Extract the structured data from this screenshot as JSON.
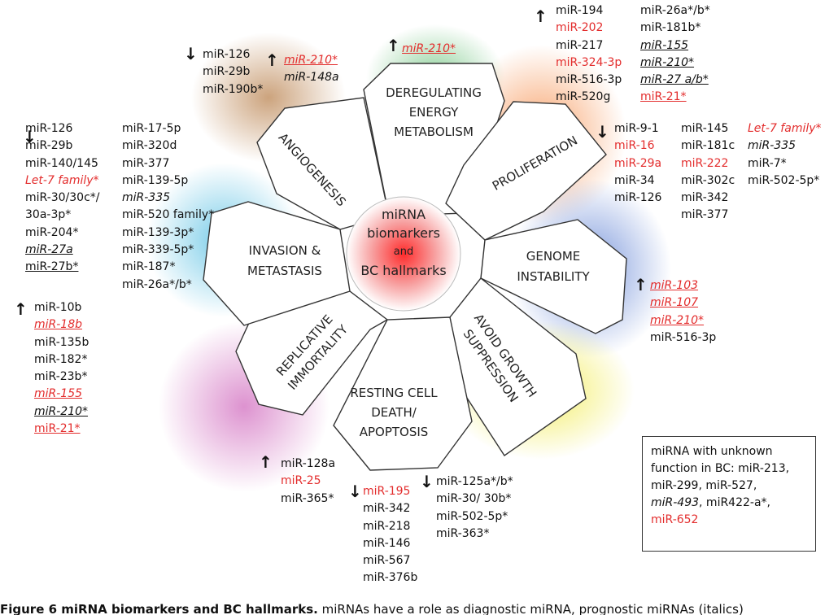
{
  "center": {
    "lines": [
      "miRNA",
      "biomarkers",
      "and",
      "BC hallmarks"
    ]
  },
  "petals": [
    {
      "key": "energy",
      "lines": [
        "DEREGULATING",
        "ENERGY",
        "METABOLISM"
      ]
    },
    {
      "key": "proliferation",
      "lines": [
        "PROLIFERATION"
      ]
    },
    {
      "key": "genome",
      "lines": [
        "GENOME",
        "INSTABILITY"
      ]
    },
    {
      "key": "growth",
      "lines": [
        "AVOID GROWTH",
        "SUPPRESSION"
      ]
    },
    {
      "key": "death",
      "lines": [
        "RESTING CELL",
        "DEATH/",
        "APOPTOSIS"
      ]
    },
    {
      "key": "replicative",
      "lines": [
        "REPLICATIVE",
        "IMMORTALITY"
      ]
    },
    {
      "key": "invasion",
      "lines": [
        "INVASION &",
        "METASTASIS"
      ]
    },
    {
      "key": "angiogenesis",
      "lines": [
        "ANGIOGENESIS"
      ]
    }
  ],
  "lists": [
    {
      "key": "energy_up",
      "items": [
        {
          "t": "miR-210*",
          "red": true,
          "ul": true,
          "it": true
        }
      ]
    },
    {
      "key": "angio_down",
      "items": [
        {
          "t": "miR-126"
        },
        {
          "t": "miR-29b"
        },
        {
          "t": "miR-190b*"
        }
      ]
    },
    {
      "key": "angio_up",
      "items": [
        {
          "t": "miR-210*",
          "red": true,
          "ul": true,
          "it": true
        },
        {
          "t": "miR-148a",
          "it": true
        }
      ]
    },
    {
      "key": "prolif_up",
      "items": [
        {
          "t": "miR-194"
        },
        {
          "t": "miR-202",
          "red": true
        },
        {
          "t": "miR-217"
        },
        {
          "t": "miR-324-3p",
          "red": true
        },
        {
          "t": "miR-516-3p"
        },
        {
          "t": "miR-520g"
        }
      ]
    },
    {
      "key": "prolif_up2",
      "items": [
        {
          "t": "miR-26a*/b*"
        },
        {
          "t": "miR-181b*"
        },
        {
          "t": "miR-155",
          "it": true,
          "ul": true
        },
        {
          "t": "miR-210*",
          "it": true,
          "ul": true
        },
        {
          "t": "miR-27 a/b*",
          "it": true,
          "ul": true
        },
        {
          "t": "miR-21*",
          "red": true,
          "ul": true
        }
      ]
    },
    {
      "key": "prolif_down1",
      "items": [
        {
          "t": "miR-9-1"
        },
        {
          "t": "miR-16",
          "red": true
        },
        {
          "t": "miR-29a",
          "red": true
        },
        {
          "t": "miR-34"
        },
        {
          "t": "miR-126"
        }
      ]
    },
    {
      "key": "prolif_down2",
      "items": [
        {
          "t": "miR-145"
        },
        {
          "t": "miR-181c"
        },
        {
          "t": "miR-222",
          "red": true
        },
        {
          "t": "miR-302c"
        },
        {
          "t": "miR-342"
        },
        {
          "t": "miR-377"
        }
      ]
    },
    {
      "key": "prolif_down3",
      "items": [
        {
          "t": "Let-7 family*",
          "red": true,
          "it": true
        },
        {
          "t": "miR-335",
          "it": true
        },
        {
          "t": "miR-7*"
        },
        {
          "t": "miR-502-5p*"
        }
      ]
    },
    {
      "key": "genome_up",
      "items": [
        {
          "t": "miR-103",
          "red": true,
          "ul": true,
          "it": true
        },
        {
          "t": "miR-107",
          "red": true,
          "ul": true,
          "it": true
        },
        {
          "t": "miR-210*",
          "red": true,
          "ul": true,
          "it": true
        },
        {
          "t": "miR-516-3p"
        }
      ]
    },
    {
      "key": "inv_down",
      "items": [
        {
          "t": "miR-126"
        },
        {
          "t": "miR-29b"
        },
        {
          "t": "miR-140/145"
        },
        {
          "t": "Let-7 family*",
          "red": true,
          "it": true
        },
        {
          "t": "miR-30/30c*/"
        },
        {
          "t": "30a-3p*"
        },
        {
          "t": "miR-204*"
        },
        {
          "t": "miR-27a",
          "ul": true,
          "it": true
        },
        {
          "t": "miR-27b*",
          "ul": true
        }
      ]
    },
    {
      "key": "inv_mid",
      "items": [
        {
          "t": "miR-17-5p"
        },
        {
          "t": "miR-320d"
        },
        {
          "t": "miR-377"
        },
        {
          "t": "miR-139-5p"
        },
        {
          "t": "miR-335",
          "it": true
        },
        {
          "t": "miR-520 family*"
        },
        {
          "t": "miR-139-3p*"
        },
        {
          "t": "miR-339-5p*"
        },
        {
          "t": "miR-187*"
        },
        {
          "t": "miR-26a*/b*"
        }
      ]
    },
    {
      "key": "inv_up",
      "items": [
        {
          "t": "miR-10b"
        },
        {
          "t": "miR-18b",
          "red": true,
          "ul": true,
          "it": true
        },
        {
          "t": "miR-135b"
        },
        {
          "t": "miR-182*"
        },
        {
          "t": "miR-23b*"
        },
        {
          "t": "miR-155",
          "red": true,
          "ul": true,
          "it": true
        },
        {
          "t": "miR-210*",
          "ul": true,
          "it": true
        },
        {
          "t": "miR-21*",
          "red": true,
          "ul": true
        }
      ]
    },
    {
      "key": "death_up",
      "items": [
        {
          "t": "miR-128a"
        },
        {
          "t": "miR-25",
          "red": true
        },
        {
          "t": "miR-365*"
        }
      ]
    },
    {
      "key": "death_down1",
      "items": [
        {
          "t": "miR-195",
          "red": true
        },
        {
          "t": "miR-342"
        },
        {
          "t": "miR-218"
        },
        {
          "t": "miR-146"
        },
        {
          "t": "miR-567"
        },
        {
          "t": "miR-376b"
        }
      ]
    },
    {
      "key": "death_down2",
      "items": [
        {
          "t": "miR-125a*/b*"
        },
        {
          "t": "miR-30/ 30b*"
        },
        {
          "t": "miR-502-5p*"
        },
        {
          "t": "miR-363*"
        }
      ]
    }
  ],
  "legend": {
    "lines": [
      {
        "t": "miRNA with unknown"
      },
      {
        "t": "function in BC: miR-213,"
      },
      {
        "t": "miR-299, miR-527,"
      },
      {
        "t": "miR-493, miR422-a*,",
        "it_prefix": "miR-493"
      },
      {
        "t": "miR-652",
        "red": true
      }
    ]
  },
  "caption": {
    "bold": "Figure 6 miRNA biomarkers and BC hallmarks.",
    "rest": " miRNAs have a role as diagnostic miRNA, prognostic miRNAs (italics)"
  },
  "arrows": {
    "up": "↑",
    "down": "↓"
  },
  "colors": {
    "red": "#e32d2d",
    "green": "#7cc98a",
    "orange": "#f79a5e",
    "blue": "#6f8ed8",
    "yellow": "#f2ec5a",
    "pink": "#d77fc7",
    "cyan": "#6cc7e6",
    "brown": "#c39366"
  }
}
